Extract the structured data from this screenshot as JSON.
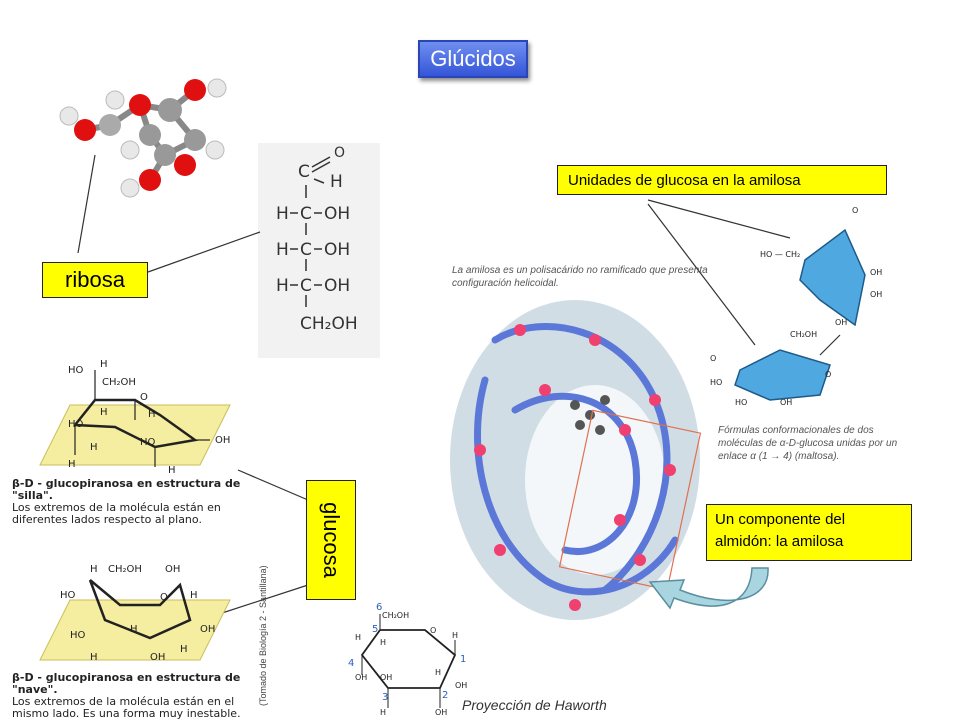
{
  "title": "Glúcidos",
  "labels": {
    "ribosa": "ribosa",
    "glucosa": "glucosa",
    "amilosa_units": "Unidades de glucosa en la amilosa",
    "almidon": "Un componente del almidón: la amilosa",
    "haworth": "Proyección de Haworth"
  },
  "fischer": {
    "top": [
      "C",
      "O",
      "H"
    ],
    "rows": [
      {
        "left": "H",
        "center": "C",
        "right": "OH"
      },
      {
        "left": "H",
        "center": "C",
        "right": "OH"
      },
      {
        "left": "H",
        "center": "C",
        "right": "OH"
      }
    ],
    "bottom": "CH₂OH"
  },
  "silla": {
    "caption_bold": "β-D - glucopiranosa en estructura de \"silla\".",
    "caption": "Los extremos de la molécula están en diferentes lados respecto al plano."
  },
  "nave": {
    "caption_bold": "β-D - glucopiranosa en estructura de \"nave\".",
    "caption": "Los extremos de la molécula están en el mismo lado. Es una forma muy inestable."
  },
  "side_note": "(Tomado de Biología 2 - Santillana)",
  "amilosa_desc": "La amilosa es un polisacárido no ramificado que presenta configuración helicoidal.",
  "form_desc": "Fórmulas conformacionales de dos moléculas de α-D-glucosa unidas por un enlace α (1 → 4) (maltosa).",
  "haworth_numbers": [
    "6",
    "5",
    "4",
    "3",
    "2",
    "1"
  ]
}
